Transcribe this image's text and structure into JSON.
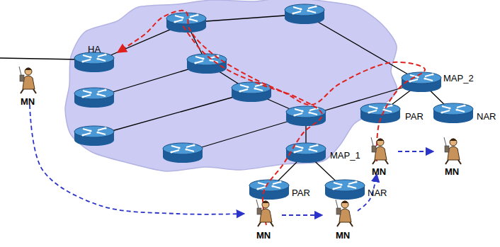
{
  "diagram": {
    "labels": [
      "HA",
      "MAP_2",
      "MN",
      "PAR",
      "NAR",
      "MAP_1",
      "MN",
      "MN",
      "PAR",
      "NAR",
      "MN",
      "MN"
    ]
  }
}
